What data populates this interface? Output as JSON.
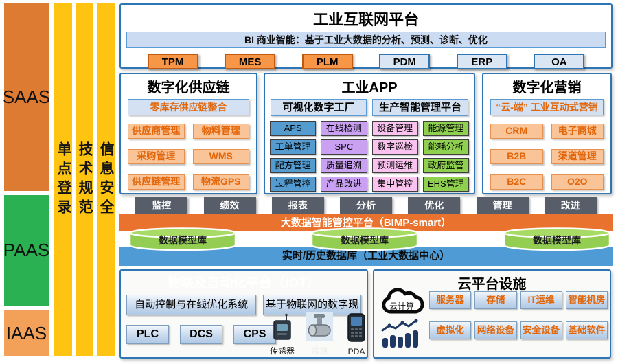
{
  "left_rail": {
    "layers": [
      {
        "label": "SAAS",
        "color": "#DE7B33"
      },
      {
        "label": "PAAS",
        "color": "#2AB152"
      },
      {
        "label": "IAAS",
        "color": "#F3A159"
      }
    ],
    "pillars": [
      {
        "label": "单点登录"
      },
      {
        "label": "技术规范"
      },
      {
        "label": "信息安全"
      }
    ]
  },
  "top_panel": {
    "title": "工业互联网平台",
    "bi_bar": "BI 商业智能：基于工业大数据的分析、预测、诊断、优化",
    "apps": [
      {
        "label": "TPM",
        "style": "orange"
      },
      {
        "label": "MES",
        "style": "orange"
      },
      {
        "label": "PLM",
        "style": "orange"
      },
      {
        "label": "PDM",
        "style": "blue"
      },
      {
        "label": "ERP",
        "style": "blue"
      },
      {
        "label": "OA",
        "style": "blue"
      }
    ]
  },
  "supply_chain": {
    "title": "数字化供应链",
    "header": "零库存供应链整合",
    "items": [
      "供应商管理",
      "物料管理",
      "采购管理",
      "WMS",
      "供应链管理",
      "物流GPS"
    ]
  },
  "industrial_app": {
    "title": "工业APP",
    "headers": [
      "可视化数字工厂",
      "生产智能管理平台"
    ],
    "grid": {
      "blue": [
        "APS",
        "工单管理",
        "配方管理",
        "过程管控"
      ],
      "purple": [
        "在线检测",
        "SPC",
        "质量追溯",
        "产品改进"
      ],
      "pink": [
        "设备管理",
        "数字巡检",
        "预测运维",
        "集中管控"
      ],
      "green": [
        "能源管理",
        "能耗分析",
        "政府监管",
        "EHS管理"
      ]
    }
  },
  "marketing": {
    "title": "数字化营销",
    "header": "“云-端” 工业互动式营销",
    "items": [
      "CRM",
      "电子商城",
      "B2B",
      "渠道管理",
      "B2C",
      "O2O"
    ]
  },
  "bimp": {
    "functions": [
      "监控",
      "绩效",
      "报表",
      "分析",
      "优化",
      "管理",
      "改进"
    ],
    "platform": "大数据智能管控平台（BIMP-smart）",
    "cylinders": [
      "数据模型库",
      "数据模型库",
      "数据模型库"
    ],
    "database": "实时/历史数据库（工业大数据中心）"
  },
  "iot": {
    "title": "物联及自动化平台（IOT）",
    "systems": [
      "自动控制与在线优化系统",
      "基于物联网的数字现场"
    ],
    "controllers": [
      "PLC",
      "DCS",
      "CPS"
    ],
    "devices": [
      {
        "label": "传感器",
        "icon": "sensor-icon"
      },
      {
        "label": "监测",
        "icon": "flowmeter-icon"
      },
      {
        "label": "PDA",
        "icon": "pda-icon"
      }
    ]
  },
  "cloud": {
    "title": "云平台设施",
    "cloud_icon_label": "云计算",
    "row1": [
      "服务器",
      "存储",
      "IT运维",
      "智能机房"
    ],
    "row2": [
      "虚拟化",
      "网络设备",
      "安全设备",
      "基础软件"
    ]
  },
  "colors": {
    "saas_orange": "#DE7B33",
    "paas_green": "#2AB152",
    "iaas_orange": "#F3A159",
    "pillar_yellow": "#FFC412",
    "panel_border_blue": "#2E75B6",
    "header_light_blue": "#D3E1F2",
    "accent_orange_text": "#E2660A",
    "btn_orange": "#F79646",
    "chip_light_orange": "#FAC499",
    "grid_blue": "#549BD0",
    "grid_purple": "#C9A0F2",
    "grid_pink": "#FAC2EE",
    "grid_green": "#90D04F",
    "func_gray": "#575E69",
    "bimp_orange": "#E9732E",
    "db_blue": "#4E9BD5",
    "cylinder_green": "#93CE53"
  }
}
